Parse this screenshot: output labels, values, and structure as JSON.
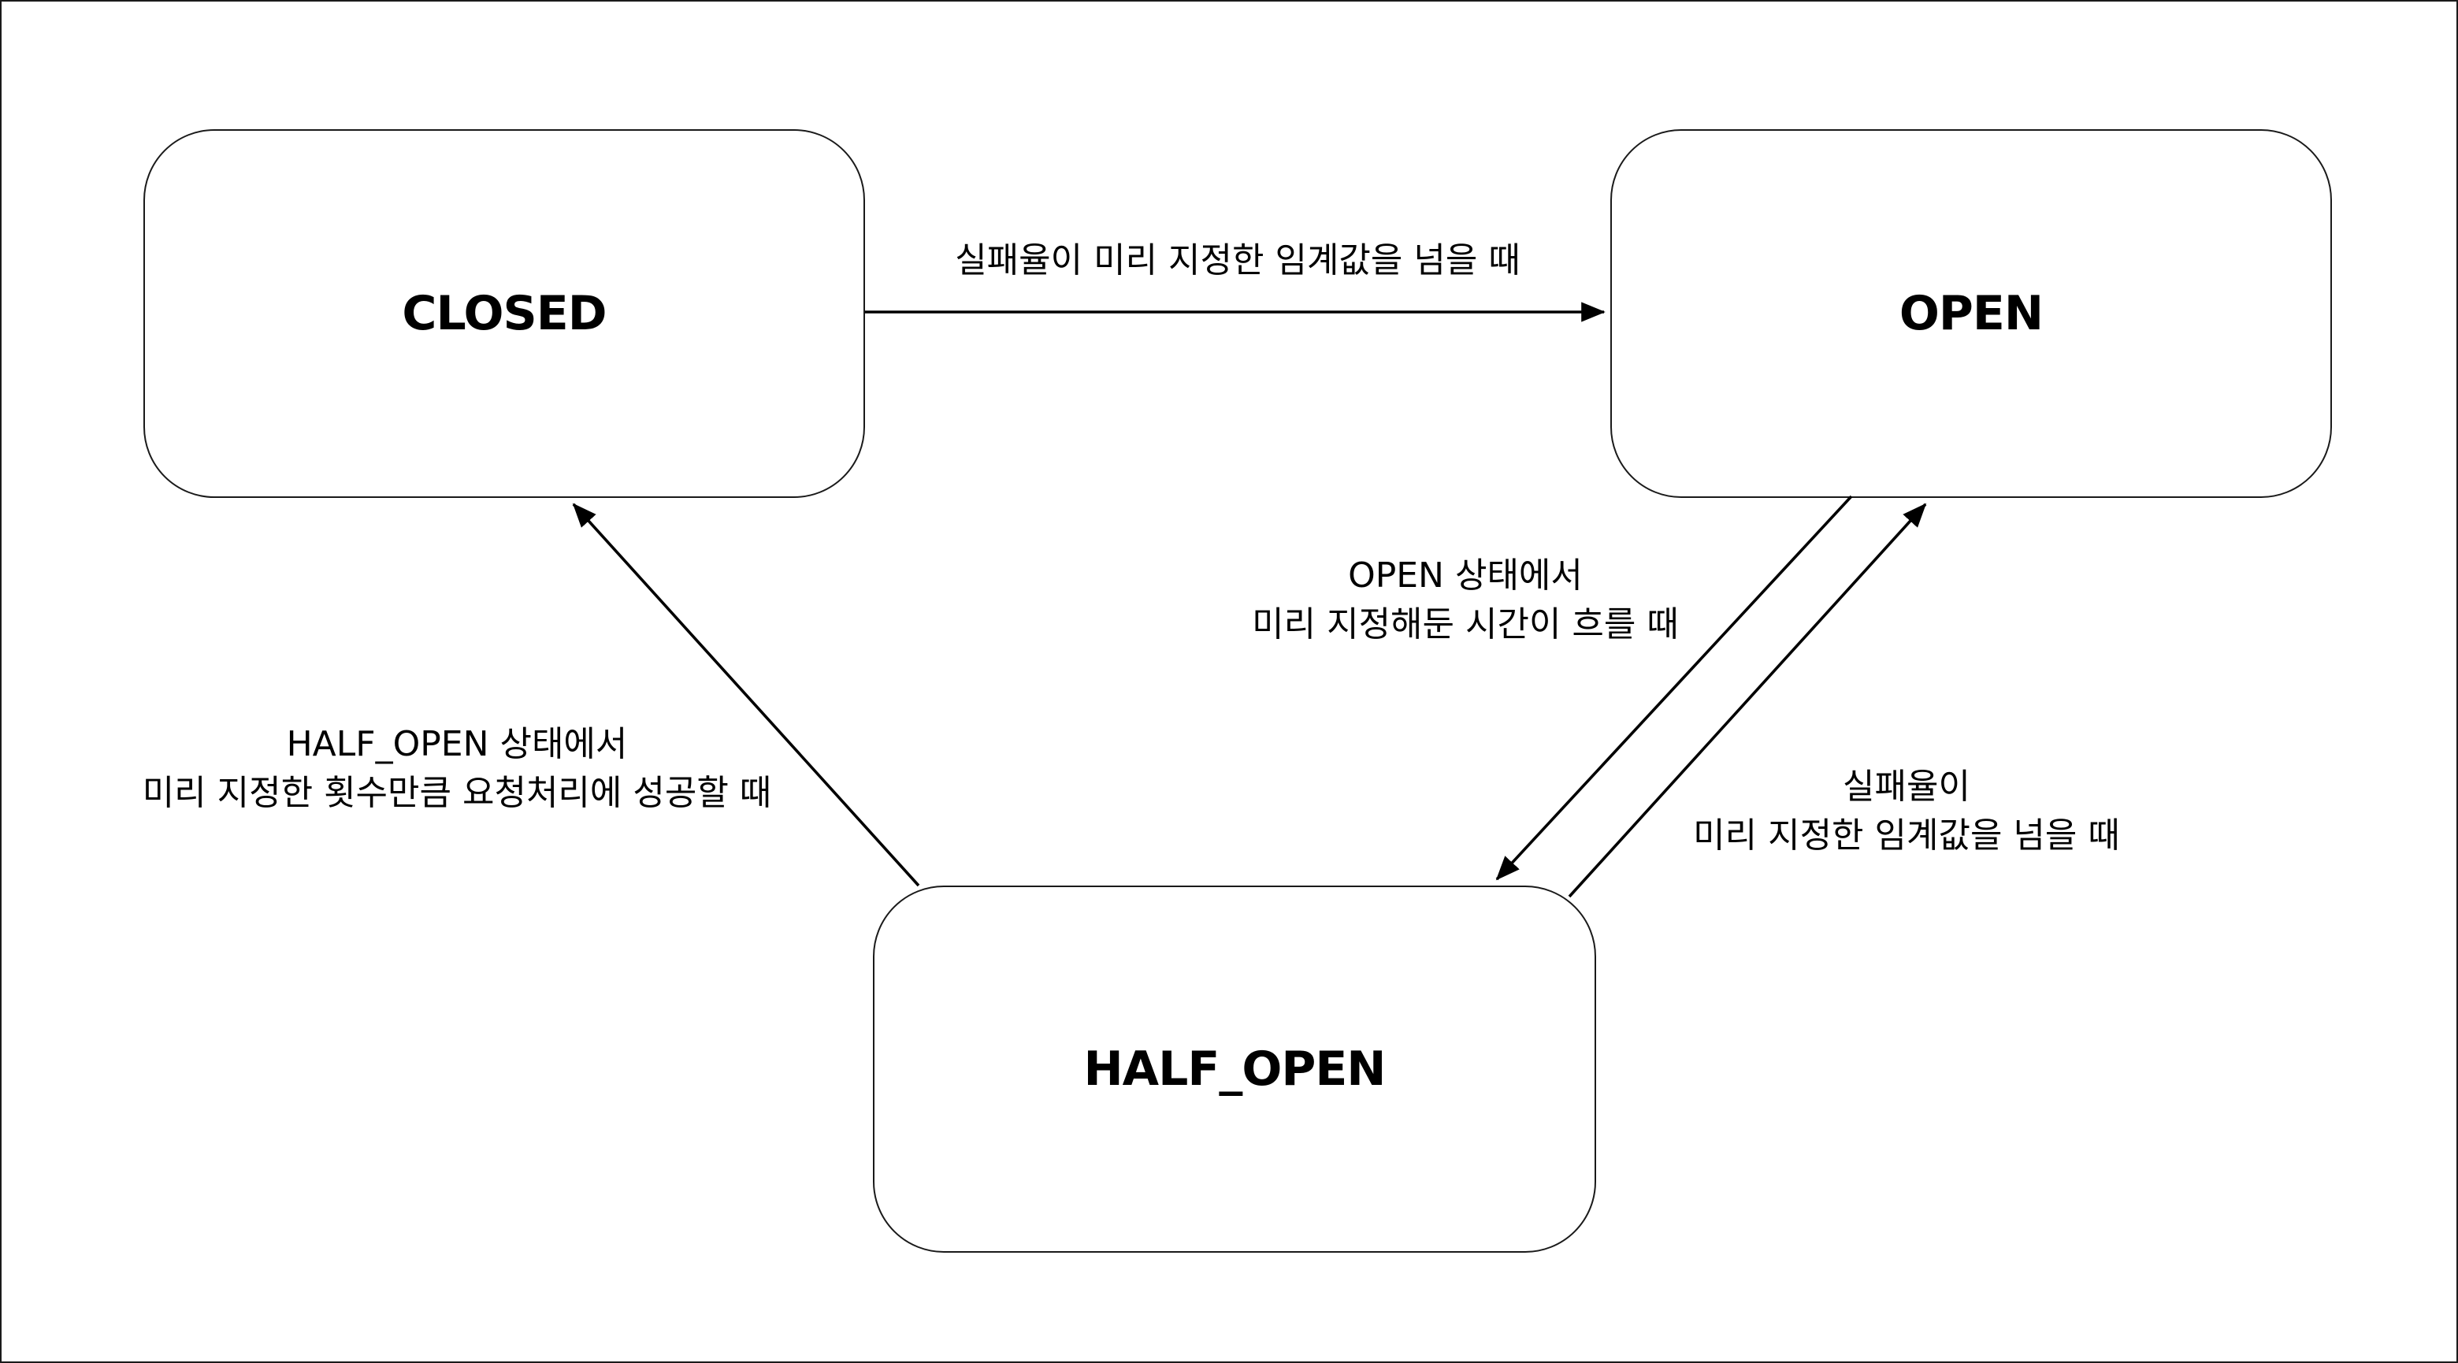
{
  "states": {
    "closed": "CLOSED",
    "open": "OPEN",
    "half_open": "HALF_OPEN"
  },
  "edges": {
    "closed_to_open": {
      "lines": [
        "실패율이 미리 지정한 임계값을 넘을 때"
      ]
    },
    "open_to_half_open": {
      "lines": [
        "OPEN 상태에서",
        "미리 지정해둔 시간이 흐를 때"
      ]
    },
    "half_open_to_closed": {
      "lines": [
        "HALF_OPEN 상태에서",
        "미리 지정한 횟수만큼 요청처리에 성공할 때"
      ]
    },
    "half_open_to_open": {
      "lines": [
        "실패율이",
        "미리 지정한 임계값을 넘을 때"
      ]
    }
  },
  "colors": {
    "stroke": "#000000",
    "background": "#ffffff"
  }
}
